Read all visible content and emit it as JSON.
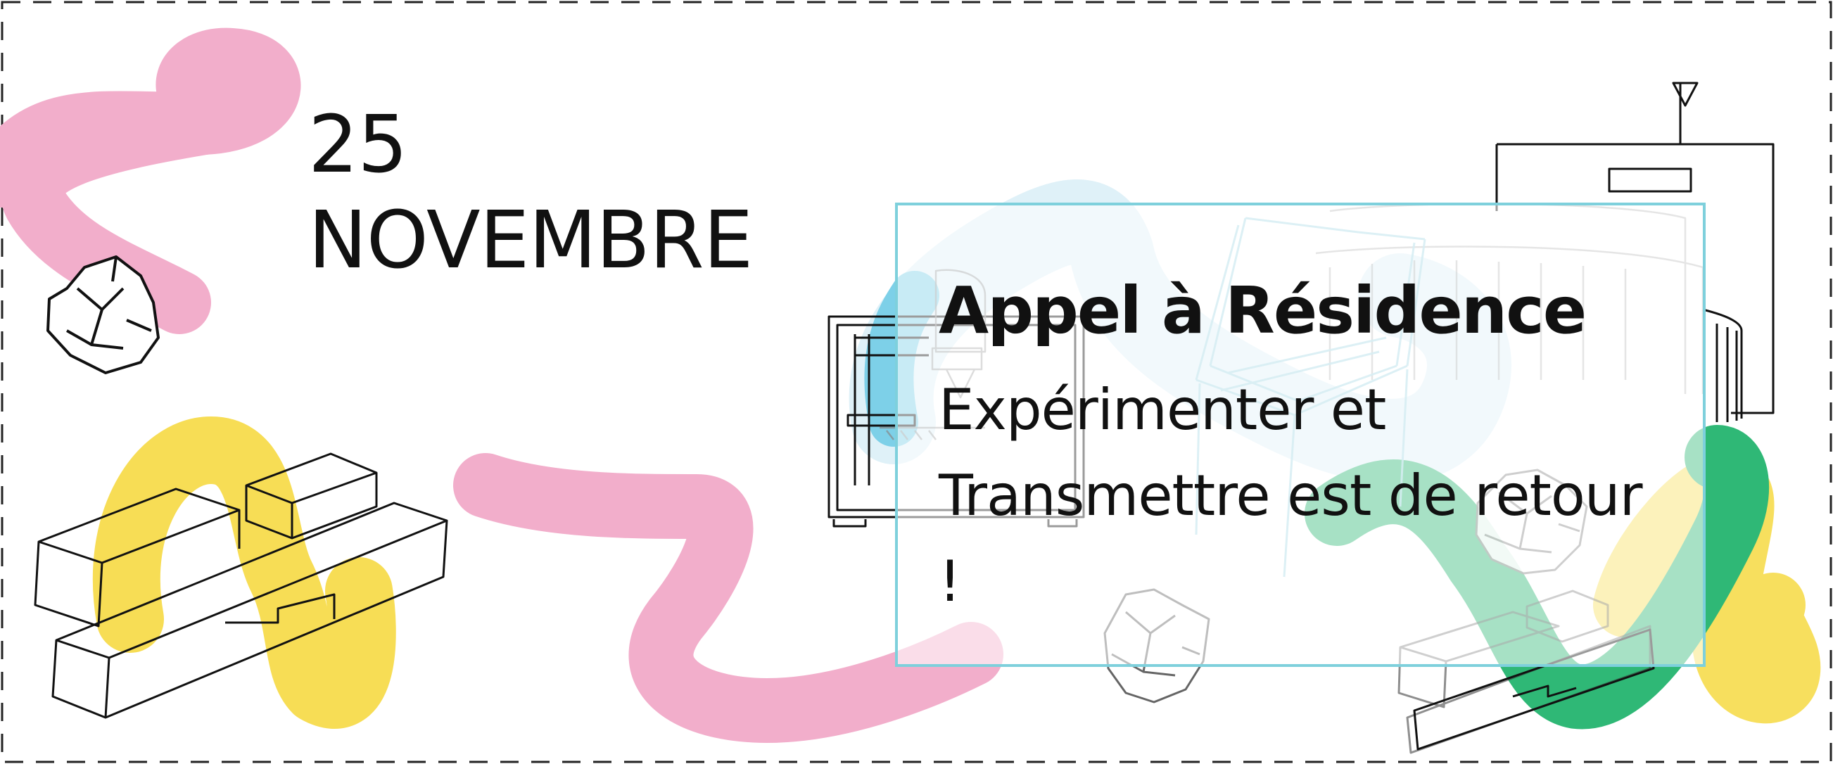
{
  "banner": {
    "date_day": "25",
    "date_month": "NOVEMBRE",
    "title": "Appel à Résidence",
    "description": "Expérimenter et Transmettre est de retour !"
  },
  "colors": {
    "pink": "#f2aecb",
    "yellow": "#f7dd55",
    "blue": "#7dd0e8",
    "light_blue": "#dff1f8",
    "green": "#2fb876",
    "light_green": "#d8ead9",
    "card_border": "#7ed0dc",
    "line": "#111111"
  },
  "decorations": [
    "pink-squiggle-icon",
    "yellow-squiggle-icon",
    "blue-blob-icon",
    "green-squiggle-icon",
    "crumpled-paper-icon",
    "wood-blocks-icon",
    "3d-printer-icon",
    "building-icon",
    "chair-icon"
  ]
}
